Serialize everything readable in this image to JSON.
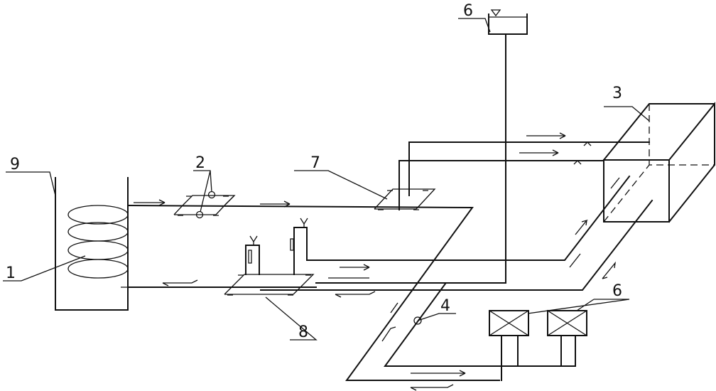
{
  "labels": {
    "l1": "1",
    "l2": "2",
    "l3": "3",
    "l4": "4",
    "l6": "6",
    "l6b": "6",
    "l7": "7",
    "l8": "8",
    "l9": "9"
  }
}
